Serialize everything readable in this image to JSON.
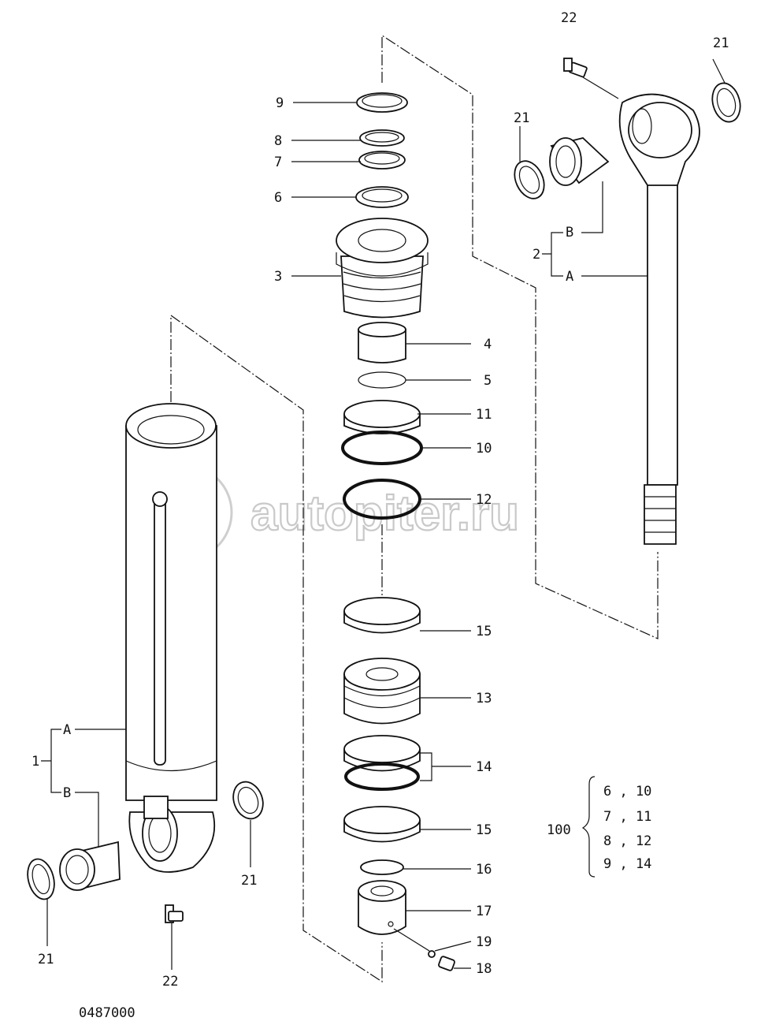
{
  "drawing_number": "0487000",
  "watermark": {
    "symbol": "a>",
    "text": "autopiter.ru"
  },
  "callouts": {
    "n9": "9",
    "n8": "8",
    "n7": "7",
    "n6": "6",
    "n3": "3",
    "n4": "4",
    "n5": "5",
    "n11": "11",
    "n10": "10",
    "n12": "12",
    "n15a": "15",
    "n13": "13",
    "n14": "14",
    "n15b": "15",
    "n16": "16",
    "n17": "17",
    "n19": "19",
    "n18": "18",
    "n22_top": "22",
    "n21_top_right": "21",
    "n21_top_left": "21",
    "n2": "2",
    "n2_b": "B",
    "n2_a": "A",
    "n1": "1",
    "n1_a": "A",
    "n1_b": "B",
    "n21_bottom_mid": "21",
    "n21_bottom_left": "21",
    "n22_bottom": "22"
  },
  "kit_table": {
    "kit_number": "100",
    "rows": [
      "6 , 10",
      "7 , 11",
      "8 , 12",
      "9 , 14"
    ]
  }
}
